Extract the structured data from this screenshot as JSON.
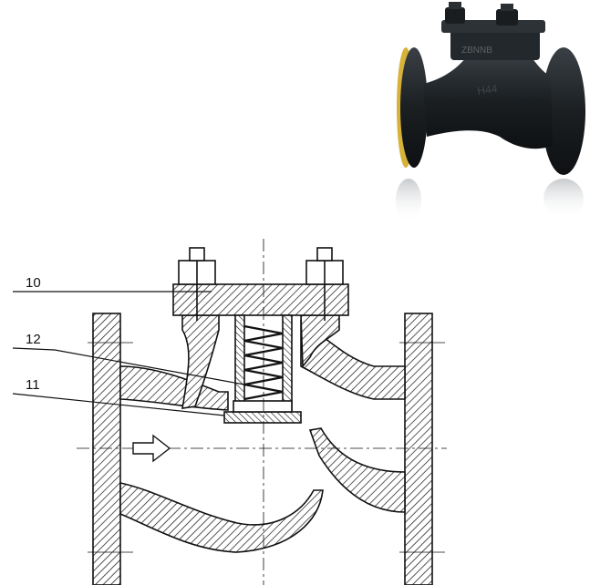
{
  "photo": {
    "icon": "check-valve-photo-icon",
    "cast_text": "ZBNNB",
    "body_text": "H44"
  },
  "drawing": {
    "icon": "check-valve-cross-section-icon",
    "labels": [
      {
        "id": "10",
        "text": "10"
      },
      {
        "id": "12",
        "text": "12"
      },
      {
        "id": "11",
        "text": "11"
      }
    ],
    "flow_direction": "left-to-right"
  },
  "colors": {
    "metal_dark": "#1e2226",
    "flange_face": "#d6b23a",
    "line": "#111111"
  }
}
